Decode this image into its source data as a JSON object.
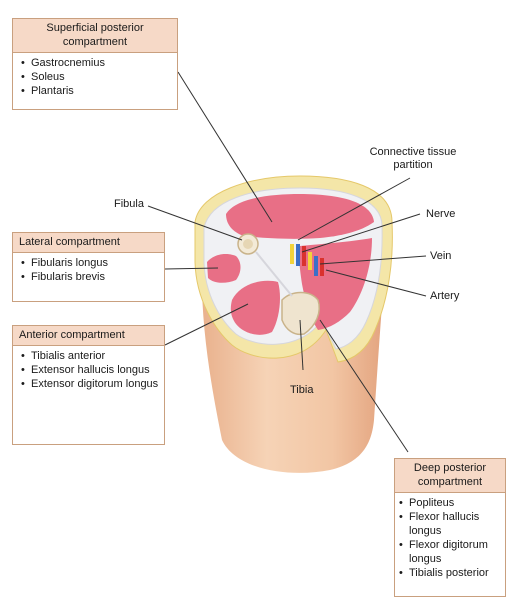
{
  "boxes": {
    "superficial_posterior": {
      "title": "Superficial posterior compartment",
      "items": [
        "Gastrocnemius",
        "Soleus",
        "Plantaris"
      ]
    },
    "lateral": {
      "title": "Lateral compartment",
      "items": [
        "Fibularis longus",
        "Fibularis brevis"
      ]
    },
    "anterior": {
      "title": "Anterior compartment",
      "items": [
        "Tibialis anterior",
        "Extensor hallucis longus",
        "Extensor digitorum longus"
      ]
    },
    "deep_posterior": {
      "title": "Deep posterior compartment",
      "items": [
        "Popliteus",
        "Flexor hallucis longus",
        "Flexor digitorum longus",
        "Tibialis posterior"
      ]
    }
  },
  "labels": {
    "connective_tissue": "Connective tissue partition",
    "fibula": "Fibula",
    "nerve": "Nerve",
    "vein": "Vein",
    "artery": "Artery",
    "tibia": "Tibia"
  },
  "colors": {
    "skin": "#f3c9a8",
    "skin_dark": "#e7ae8b",
    "fat": "#f4e6a8",
    "muscle": "#e86f86",
    "muscle_light": "#f090a2",
    "fascia": "#f1f1f3",
    "nerve": "#f3d23a",
    "vein": "#3b6fc7",
    "artery": "#d9322e",
    "bone": "#efe4cf"
  }
}
